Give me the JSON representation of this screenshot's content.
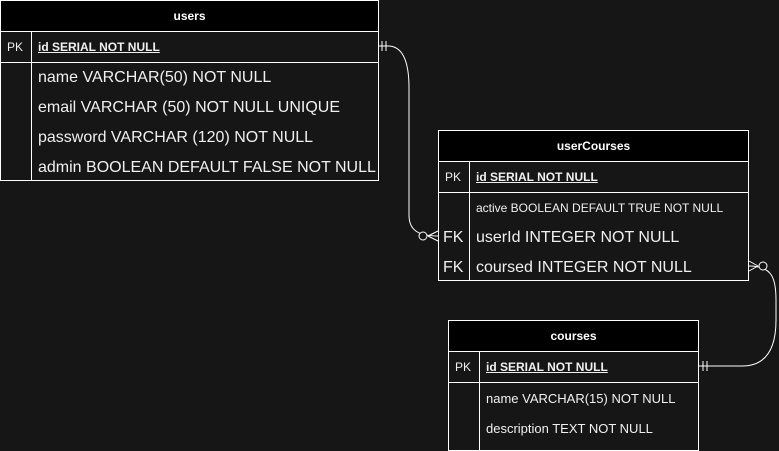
{
  "entities": {
    "users": {
      "title": "users",
      "pk": {
        "key": "PK",
        "field": "id SERIAL NOT NULL"
      },
      "fields": [
        {
          "key": "",
          "field": "name VARCHAR(50) NOT NULL"
        },
        {
          "key": "",
          "field": "email VARCHAR (50) NOT NULL UNIQUE"
        },
        {
          "key": "",
          "field": "password VARCHAR (120) NOT NULL"
        },
        {
          "key": "",
          "field": "admin BOOLEAN DEFAULT FALSE NOT NULL"
        }
      ]
    },
    "userCourses": {
      "title": "userCourses",
      "pk": {
        "key": "PK",
        "field": "id SERIAL NOT NULL"
      },
      "fields": [
        {
          "key": "",
          "field": "active BOOLEAN DEFAULT TRUE NOT NULL"
        },
        {
          "key": "FK",
          "field": "userId INTEGER NOT NULL"
        },
        {
          "key": "FK",
          "field": "coursed INTEGER NOT NULL"
        }
      ]
    },
    "courses": {
      "title": "courses",
      "pk": {
        "key": "PK",
        "field": "id SERIAL NOT NULL"
      },
      "fields": [
        {
          "key": "",
          "field": "name VARCHAR(15) NOT NULL"
        },
        {
          "key": "",
          "field": "description TEXT NOT NULL"
        }
      ]
    }
  },
  "relationships": [
    {
      "from": "users.id",
      "from_cardinality": "one-and-only-one",
      "to": "userCourses.userId",
      "to_cardinality": "zero-or-many"
    },
    {
      "from": "courses.id",
      "from_cardinality": "one-and-only-one",
      "to": "userCourses.coursed",
      "to_cardinality": "zero-or-many"
    }
  ],
  "colors": {
    "background": "#161616",
    "header": "#000000",
    "line": "#ffffff",
    "text": "#f0f0f0"
  }
}
